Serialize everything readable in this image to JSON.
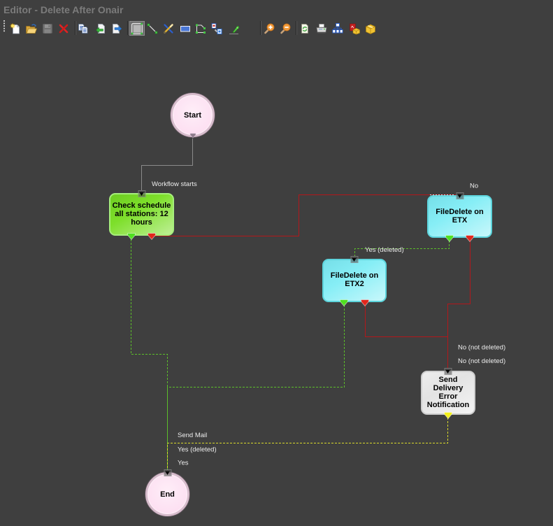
{
  "window": {
    "title": "Editor - Delete After Onair"
  },
  "toolbar": {
    "buttons": [
      {
        "icon": "new-document-icon",
        "state": "enabled"
      },
      {
        "icon": "open-folder-icon",
        "state": "enabled"
      },
      {
        "icon": "save-icon",
        "state": "disabled"
      },
      {
        "icon": "delete-icon",
        "state": "enabled"
      },
      {
        "icon": "copy-icon",
        "state": "enabled"
      },
      {
        "icon": "import-icon",
        "state": "enabled"
      },
      {
        "icon": "export-icon",
        "state": "enabled"
      },
      {
        "icon": "select-tool-icon",
        "state": "active"
      },
      {
        "icon": "line-tool-icon",
        "state": "enabled"
      },
      {
        "icon": "tools-icon",
        "state": "enabled"
      },
      {
        "icon": "rectangle-tool-icon",
        "state": "enabled"
      },
      {
        "icon": "connector-tool-icon",
        "state": "enabled"
      },
      {
        "icon": "link-nodes-icon",
        "state": "enabled"
      },
      {
        "icon": "highlighter-icon",
        "state": "enabled"
      },
      {
        "icon": "zoom-in-icon",
        "state": "enabled"
      },
      {
        "icon": "zoom-out-icon",
        "state": "enabled"
      },
      {
        "icon": "refresh-document-icon",
        "state": "enabled"
      },
      {
        "icon": "print-icon",
        "state": "enabled"
      },
      {
        "icon": "hierarchy-icon",
        "state": "enabled"
      },
      {
        "icon": "pdf-export-icon",
        "state": "enabled"
      },
      {
        "icon": "package-icon",
        "state": "enabled"
      }
    ]
  },
  "workflow": {
    "nodes": [
      {
        "id": "start",
        "kind": "terminal",
        "label": "Start"
      },
      {
        "id": "check-schedule",
        "kind": "condition",
        "label": "Check schedule all stations: 12 hours"
      },
      {
        "id": "filedelete-etx",
        "kind": "task",
        "label": "FileDelete on ETX"
      },
      {
        "id": "filedelete-etx2",
        "kind": "task",
        "label": "FileDelete on ETX2"
      },
      {
        "id": "send-delivery-error",
        "kind": "notification",
        "label": "Send Delivery Error Notification"
      },
      {
        "id": "end",
        "kind": "terminal",
        "label": "End"
      }
    ],
    "connections": [
      {
        "from": "start",
        "to": "check-schedule",
        "outcome": "default",
        "label": "Workflow starts"
      },
      {
        "from": "check-schedule",
        "to": "filedelete-etx",
        "outcome": "no",
        "label": "No"
      },
      {
        "from": "check-schedule",
        "to": "end",
        "outcome": "yes",
        "label": "Yes"
      },
      {
        "from": "filedelete-etx",
        "to": "filedelete-etx2",
        "outcome": "yes",
        "label": "Yes (deleted)"
      },
      {
        "from": "filedelete-etx",
        "to": "send-delivery-error",
        "outcome": "no",
        "label": "No (not deleted)"
      },
      {
        "from": "filedelete-etx2",
        "to": "end",
        "outcome": "yes",
        "label": "Yes (deleted)"
      },
      {
        "from": "filedelete-etx2",
        "to": "send-delivery-error",
        "outcome": "no",
        "label": "No (not deleted)"
      },
      {
        "from": "send-delivery-error",
        "to": "end",
        "outcome": "notify",
        "label": "Send Mail"
      }
    ]
  },
  "theme": {
    "canvas-bg": "#3f3f3f",
    "terminal-fill": "#fde0f2",
    "condition-fill": "#7ddf2a",
    "task-fill": "#86eef6",
    "notification-fill": "#e3e3e3",
    "default-line": "#8a8a8a",
    "yes-line": "#5cbf2a",
    "no-line": "#b3171b",
    "notify-line": "#d9d92c",
    "yes-port": "#4fe01f",
    "no-port": "#e2261c",
    "notify-port": "#f3f01c",
    "terminal-port": "#8e7c8b"
  }
}
